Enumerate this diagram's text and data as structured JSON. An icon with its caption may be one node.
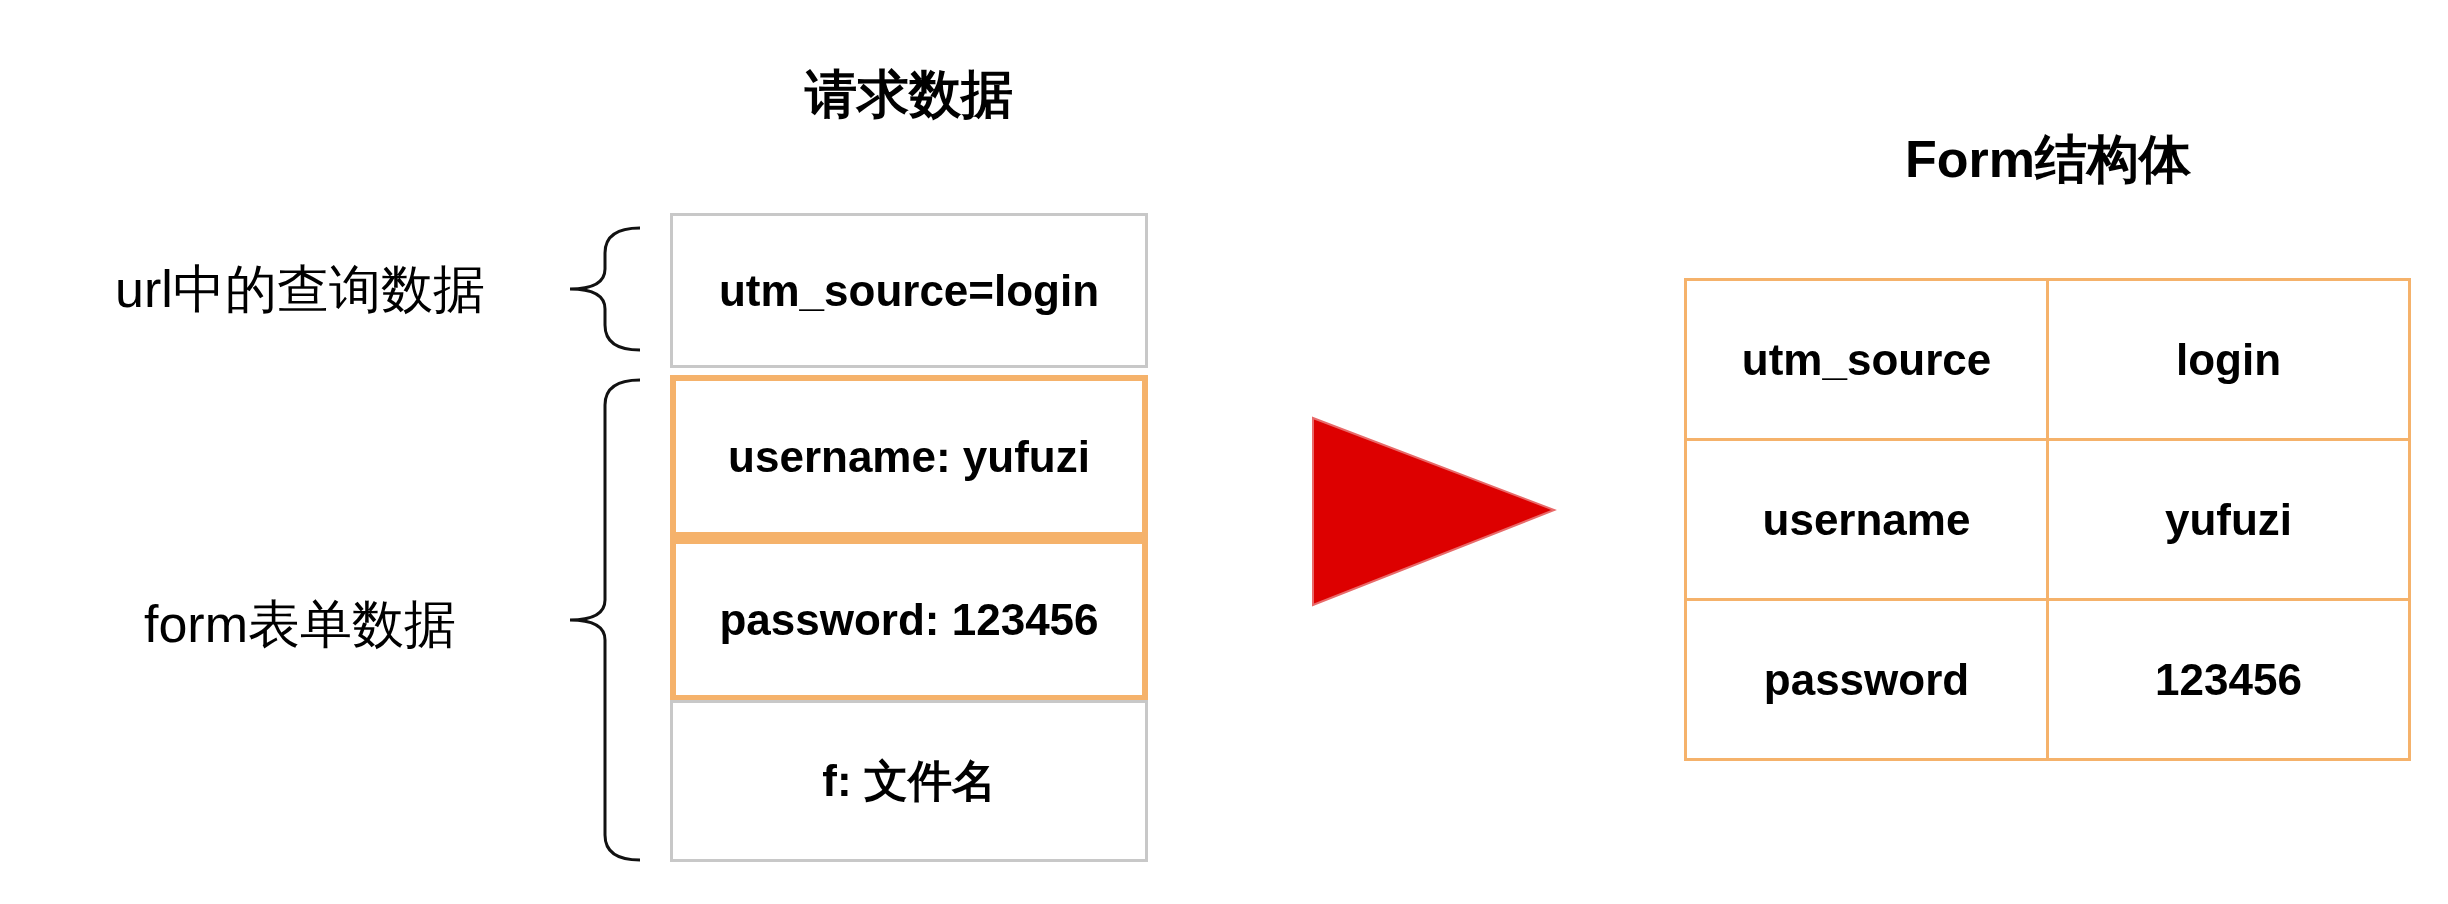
{
  "diagram": {
    "nodes": [
      {
        "text": [
          "请求数据"
        ]
      },
      {
        "text": [
          "utm_source=login"
        ],
        "in": 0
      },
      {
        "text": [
          "username: yufuzi"
        ],
        "in": 0
      },
      {
        "text": [
          "password: 123456"
        ],
        "in": 0
      },
      {
        "text": [
          "f: 文件名"
        ],
        "in": 0
      },
      {
        "text": [
          "Form结构体"
        ]
      }
    ],
    "edges": [
      {
        "from": 0,
        "to": 5,
        "arrow": "to",
        "color": "#dd0000"
      }
    ],
    "labels": [
      "url中的查询数据",
      "form表单数据",
      "utm_source",
      "login",
      "username",
      "yufuzi",
      "password",
      "123456"
    ]
  }
}
